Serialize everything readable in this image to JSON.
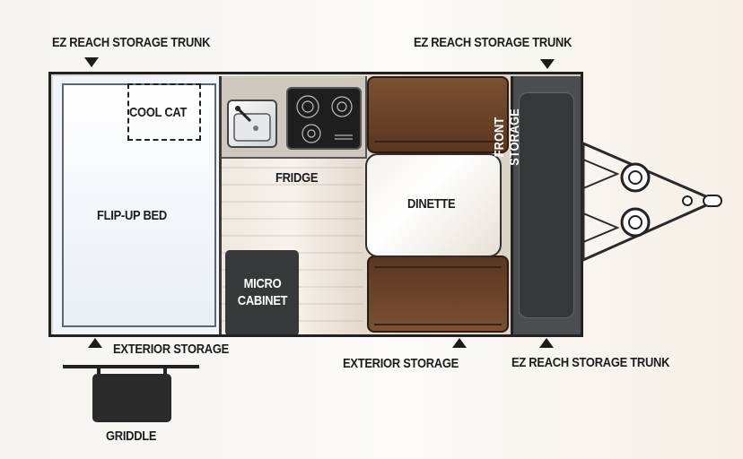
{
  "labels": {
    "ez_trunk_top_left": "EZ REACH STORAGE TRUNK",
    "ez_trunk_top_right": "EZ REACH STORAGE TRUNK",
    "ez_trunk_bottom_right": "EZ REACH STORAGE TRUNK",
    "cool_cat": "COOL CAT",
    "flip_up_bed": "FLIP-UP BED",
    "fridge": "FRIDGE",
    "dinette": "DINETTE",
    "micro_line1": "MICRO",
    "micro_line2": "CABINET",
    "front_storage": "FRONT STORAGE",
    "exterior_storage_left": "EXTERIOR STORAGE",
    "exterior_storage_center": "EXTERIOR STORAGE",
    "griddle": "GRIDDLE"
  },
  "colors": {
    "seat_brown": "#6b4128",
    "front_storage_gray": "#4b4d50",
    "micro_cabinet": "#37383a",
    "label_text": "#1c1c1c"
  }
}
